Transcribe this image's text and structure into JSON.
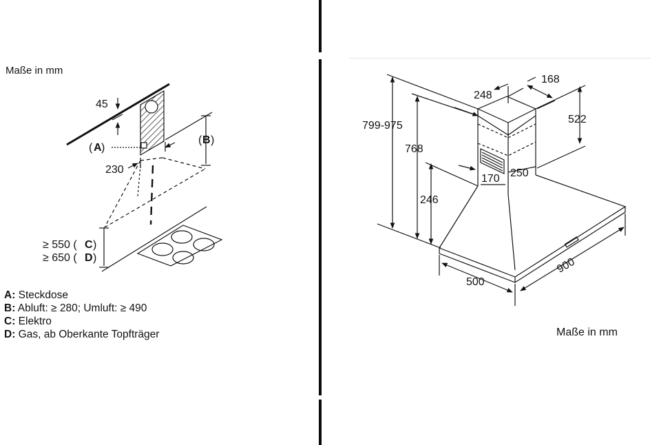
{
  "left_panel": {
    "units_label": "Maße in mm",
    "dimensions": {
      "d45": "45",
      "d230": "230",
      "label_a": "A",
      "label_b": "B",
      "min550": "≥ 550 (",
      "min550_key": "C",
      "min650": "≥ 650 (",
      "min650_key": "D",
      "close": ")",
      "open_paren": "(",
      "close_paren": ")"
    },
    "legend": [
      {
        "key": "A:",
        "text": " Steckdose"
      },
      {
        "key": "B:",
        "text": " Abluft: ≥ 280; Umluft: ≥ 490"
      },
      {
        "key": "C:",
        "text": " Elektro"
      },
      {
        "key": "D:",
        "text": " Gas, ab Oberkante Topfträger"
      }
    ]
  },
  "right_panel": {
    "units_label": "Maße in mm",
    "dimensions": {
      "height_total": "799-975",
      "d768": "768",
      "d246": "246",
      "d248": "248",
      "d168": "168",
      "d522": "522",
      "d250": "250",
      "d170": "170",
      "d500": "500",
      "d900": "900"
    }
  },
  "colors": {
    "line": "#111111",
    "divider": "#0a0a0a",
    "background": "#ffffff"
  }
}
